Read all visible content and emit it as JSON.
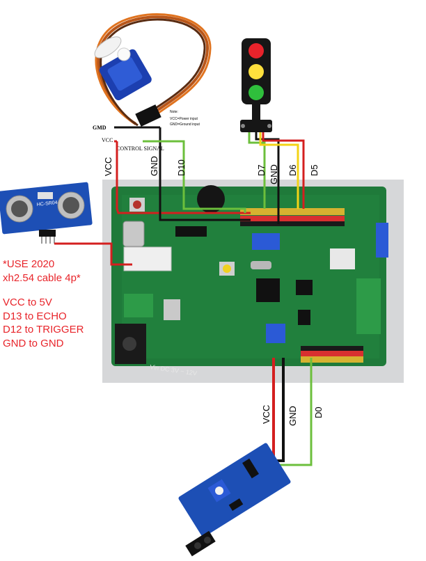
{
  "servo": {
    "labels": {
      "gnd": "GMD",
      "vcc": "VCC",
      "signal": "CONTROL SIGNAL"
    },
    "note_title": "Note:",
    "note_line1": "VCC=Power input",
    "note_line2": "GND=Ground input"
  },
  "ultrasonic": {
    "model": "HC-SR04"
  },
  "board": {
    "power_label": "Vin DC 3V ~ 12V"
  },
  "wire_labels": {
    "servo_vcc": "VCC",
    "servo_gnd": "GND",
    "servo_signal": "D10",
    "light_d7": "D7",
    "light_gnd": "GND",
    "light_d6": "D6",
    "light_d5": "D5",
    "sensor_vcc": "VCC",
    "sensor_gnd": "GND",
    "sensor_d0": "D0"
  },
  "notes": {
    "line1": "*USE 2020",
    "line2": "xh2.54 cable 4p*",
    "line3": "VCC to 5V",
    "line4": "D13 to ECHO",
    "line5": "D12 to TRIGGER",
    "line6": "GND to GND"
  },
  "colors": {
    "wire_red": "#d41f1f",
    "wire_black": "#111111",
    "wire_green": "#6cbf3c",
    "wire_yellow": "#f3d317",
    "note_red": "#e8242a",
    "pcb_green": "#1f7a3a"
  }
}
